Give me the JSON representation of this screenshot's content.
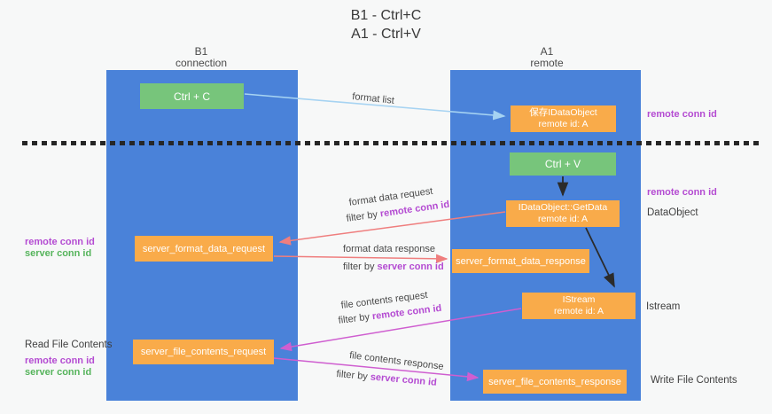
{
  "title": {
    "line1": "B1 - Ctrl+C",
    "line2": "A1 - Ctrl+V"
  },
  "lifelines": {
    "left": {
      "header_line1": "B1",
      "header_line2": "connection"
    },
    "right": {
      "header_line1": "A1",
      "header_line2": "remote"
    }
  },
  "boxes": {
    "ctrl_c": "Ctrl + C",
    "save_idataobject": {
      "line1": "保存IDataObject",
      "line2": "remote id: A"
    },
    "ctrl_v": "Ctrl + V",
    "getdata": {
      "line1": "IDataObject::GetData",
      "line2": "remote id: A"
    },
    "istream": {
      "line1": "IStream",
      "line2": "remote id: A"
    },
    "format_request": "server_format_data_request",
    "format_response": "server_format_data_response",
    "file_request": "server_file_contents_request",
    "file_response": "server_file_contents_response"
  },
  "side_labels": {
    "right_remote_conn_id_1": "remote conn id",
    "right_remote_conn_id_2": "remote conn id",
    "right_dataobject": "DataObject",
    "right_istream": "Istream",
    "right_write_file_contents": "Write File Contents",
    "left_remote_conn_id_1": "remote conn id",
    "left_server_conn_id_1": "server conn id",
    "left_read_file_contents": "Read File Contents",
    "left_remote_conn_id_2": "remote conn id",
    "left_server_conn_id_2": "server conn id"
  },
  "arrow_labels": {
    "format_list": "format list",
    "fmt_req": "format data request",
    "fmt_req_filter_prefix": "filter by ",
    "fmt_req_filter_key": "remote conn id",
    "fmt_resp": "format data response",
    "fmt_resp_filter_prefix": "filter by ",
    "fmt_resp_filter_key": "server conn id",
    "file_req": "file contents request",
    "file_req_filter_prefix": "filter by ",
    "file_req_filter_key": "remote conn id",
    "file_resp": "file contents response",
    "file_resp_filter_prefix": "filter by ",
    "file_resp_filter_key": "server conn id"
  },
  "colors": {
    "background": "#f7f8f8",
    "lifeline_blue": "#4a82d9",
    "box_green": "#77c57b",
    "box_orange": "#f9ab4a",
    "label_purple": "#b44bd2",
    "label_green": "#56b45c",
    "arrow_light_blue": "#a6d3f2",
    "arrow_salmon": "#ef7e7e",
    "arrow_magenta": "#cf5ed0",
    "arrow_black": "#2b2b2b"
  }
}
